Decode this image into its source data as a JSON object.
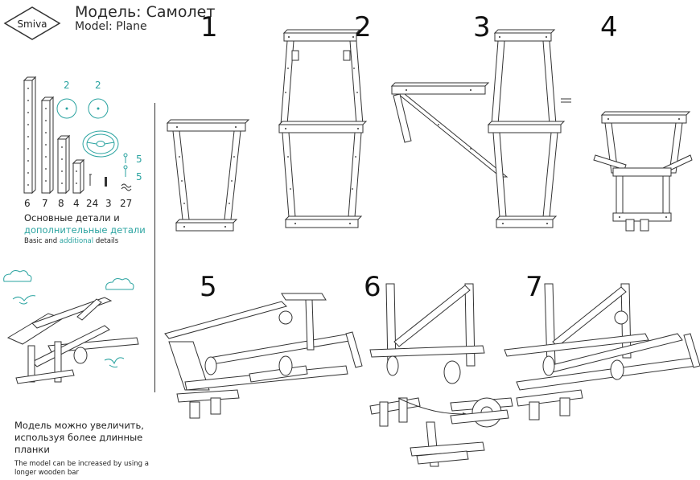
{
  "brand": {
    "logo_text": "Smiva"
  },
  "header": {
    "title_ru": "Модель: Самолет",
    "title_en": "Model: Plane"
  },
  "parts": {
    "counts": [
      "6",
      "7",
      "8",
      "4",
      "24",
      "3",
      "27"
    ],
    "teal_counts": [
      "2",
      "2",
      "5",
      "5"
    ],
    "label_ru_line1": "Основные детали и",
    "label_ru_line2": "дополнительные детали",
    "label_en_a": "Basic and ",
    "label_en_b": "additional",
    "label_en_c": " details"
  },
  "steps": [
    "1",
    "2",
    "3",
    "4",
    "5",
    "6",
    "7"
  ],
  "note": {
    "ru_line1": "Модель можно увеличить,",
    "ru_line2": "используя более длинные",
    "ru_line3": "планки",
    "en_line1": "The model can be increased by using a",
    "en_line2": "longer wooden bar"
  },
  "colors": {
    "accent": "#2aa3a0",
    "ink": "#333333"
  }
}
